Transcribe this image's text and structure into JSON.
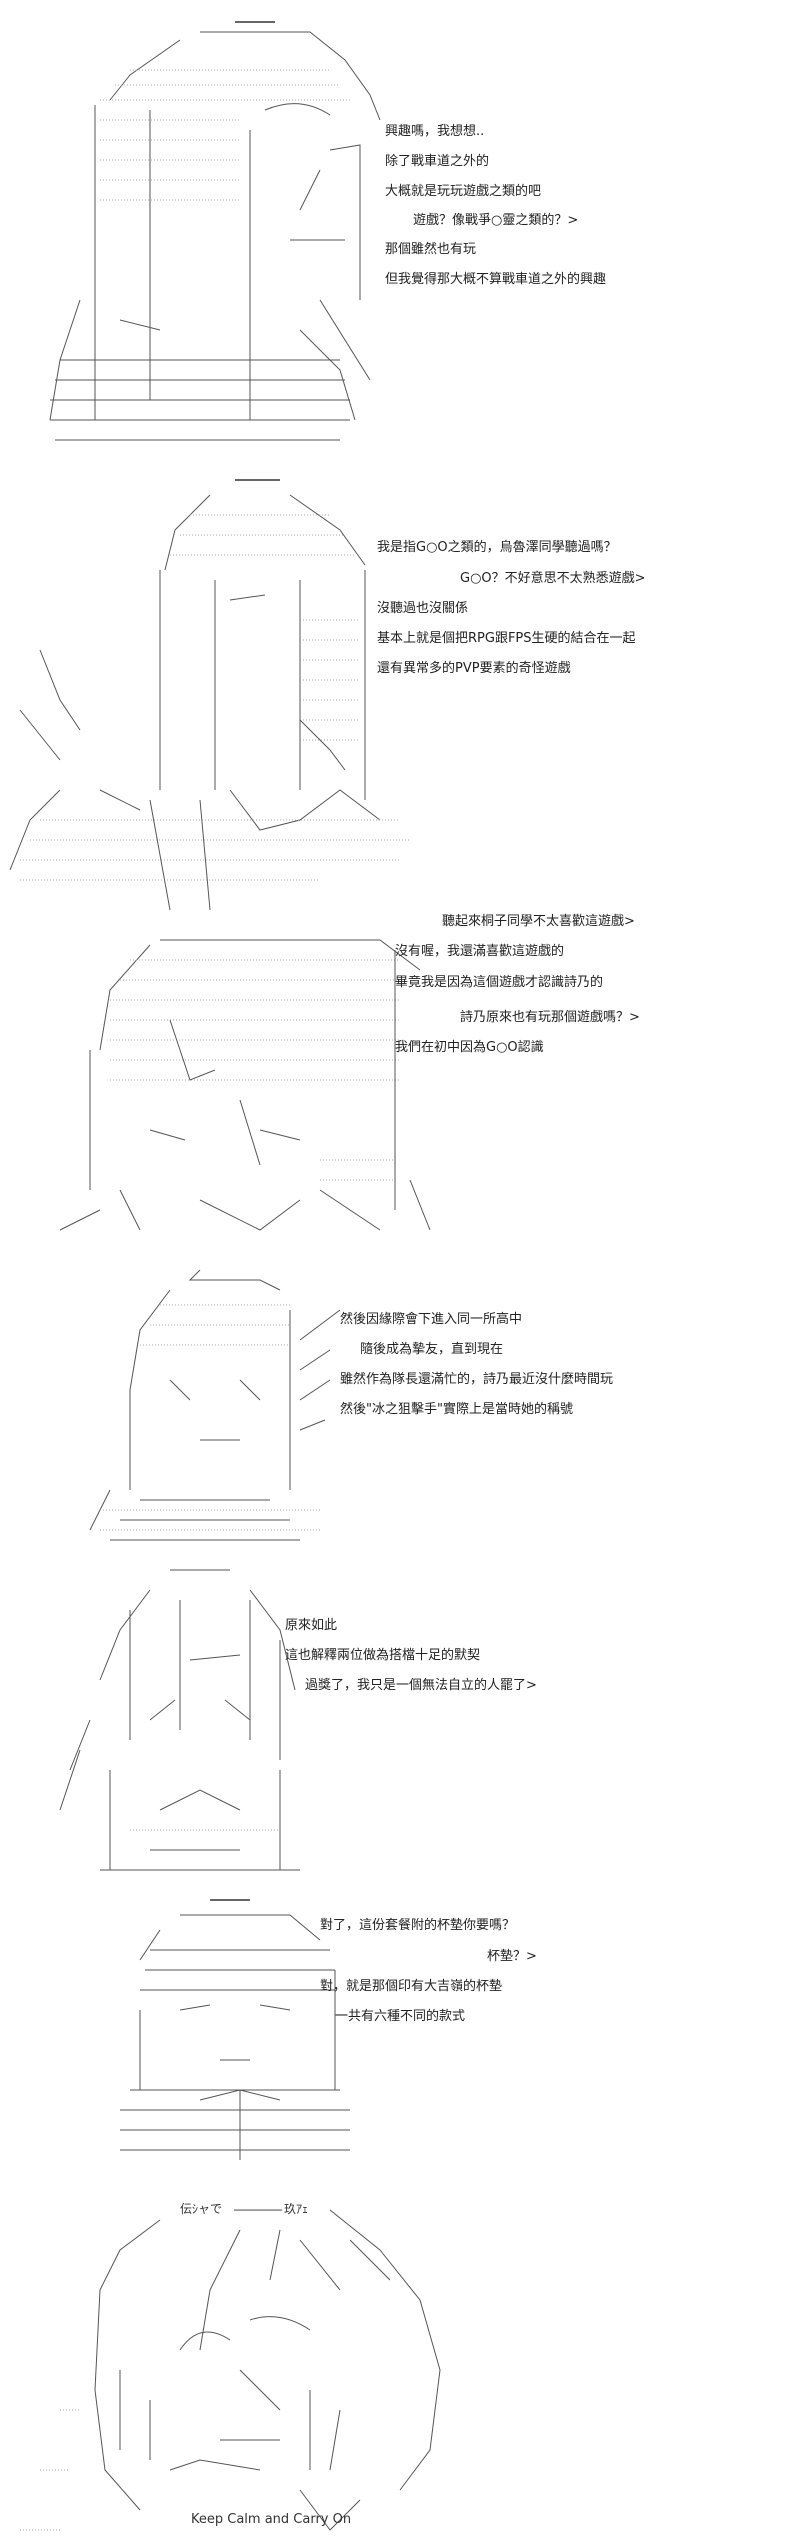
{
  "panels": [
    {
      "lines": [
        "興趣嗎，我想想..",
        "除了戰車道之外的",
        "大概就是玩玩遊戲之類的吧",
        "遊戲？像戰爭○靈之類的？>",
        "那個雖然也有玩",
        "但我覺得那大概不算戰車道之外的興趣"
      ]
    },
    {
      "lines": [
        "我是指G○O之類的，烏魯澤同學聽過嗎？",
        "G○O？不好意思不太熟悉遊戲>",
        "沒聽過也沒關係",
        "基本上就是個把RPG跟FPS生硬的結合在一起",
        "還有異常多的PVP要素的奇怪遊戲"
      ]
    },
    {
      "lines": [
        "聽起來桐子同學不太喜歡這遊戲>",
        "沒有喔，我還滿喜歡這遊戲的",
        "畢竟我是因為這個遊戲才認識詩乃的",
        "詩乃原來也有玩那個遊戲嗎？>",
        "我們在初中因為G○O認識"
      ]
    },
    {
      "lines": [
        "然後因緣際會下進入同一所高中",
        "隨後成為摯友，直到現在",
        "雖然作為隊長還滿忙的，詩乃最近沒什麼時間玩",
        "然後\"冰之狙擊手\"實際上是當時她的稱號"
      ]
    },
    {
      "lines": [
        "原來如此",
        "這也解釋兩位做為搭檔十足的默契",
        "過獎了，我只是一個無法自立的人罷了>"
      ]
    },
    {
      "lines": [
        "對了，這份套餐附的杯墊你要嗎？",
        "杯墊？>",
        "對，就是那個印有大吉嶺的杯墊",
        "一共有六種不同的款式"
      ]
    },
    {
      "art_text": [
        "伝ｼャで",
        "玖ｱｪ",
        "Keep Calm and Carry On"
      ]
    }
  ]
}
